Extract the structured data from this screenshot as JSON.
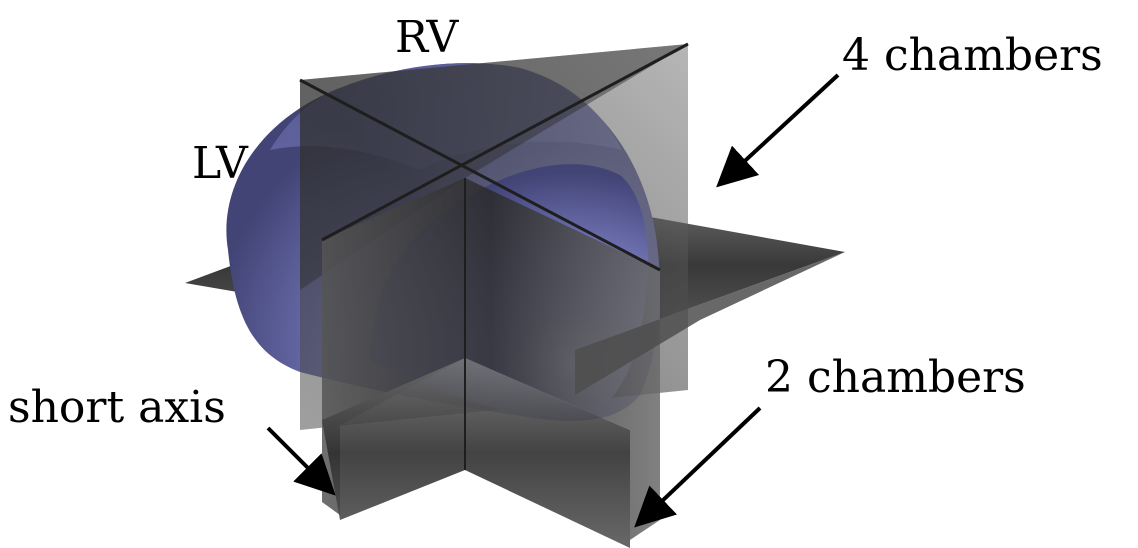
{
  "labels": {
    "rv": "RV",
    "lv": "LV",
    "four_chambers": "4 chambers",
    "two_chambers": "2 chambers",
    "short_axis": "short axis"
  },
  "colors": {
    "heart_light": "#c9ccff",
    "heart_mid": "#7174b4",
    "heart_dark": "#3d3f6f",
    "plane_dark": "#262626",
    "plane_mid": "#4a4a4a",
    "plane_light": "#6e6e6e",
    "arrow": "#000000"
  }
}
